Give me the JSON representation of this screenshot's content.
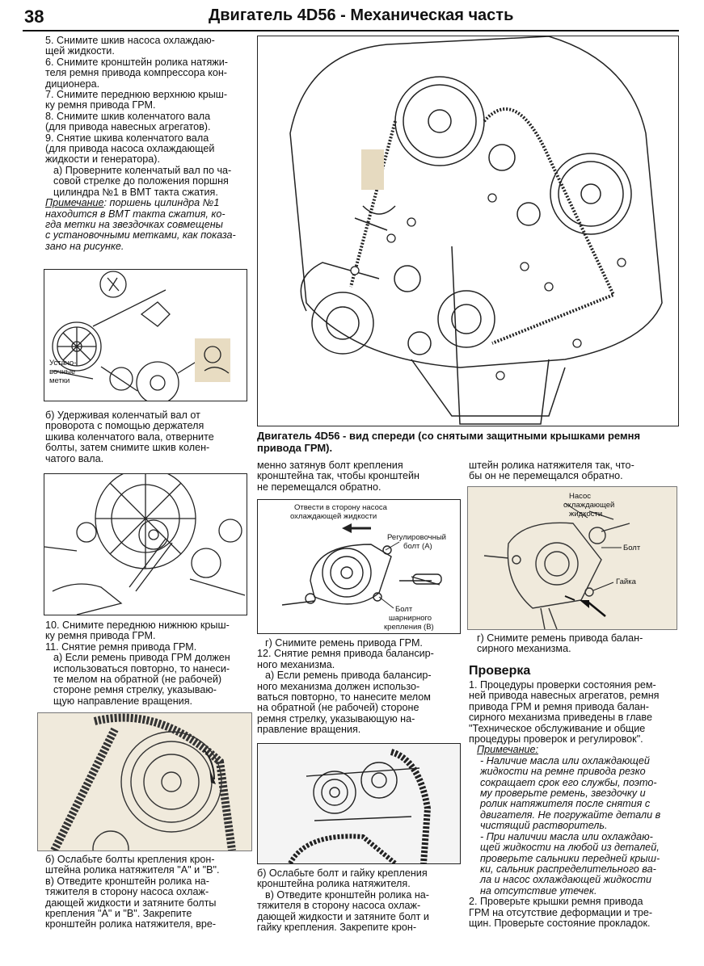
{
  "header": {
    "page_number": "38",
    "title": "Двигатель 4D56 - Механическая часть"
  },
  "col1_top": [
    "5. Снимите шкив насоса охлаждаю-",
    "щей жидкости.",
    "6. Снимите кронштейн ролика натяжи-",
    "теля ремня привода компрессора кон-",
    "диционера.",
    "7. Снимите переднюю верхнюю крыш-",
    "ку ремня привода ГРМ.",
    "8. Снимите шкив коленчатого вала",
    "(для привода навесных агрегатов).",
    "9. Снятие шкива коленчатого вала",
    "(для привода насоса охлаждающей",
    "жидкости и генератора)."
  ],
  "col1_a": [
    "а) Проверните коленчатый вал по ча-",
    "совой стрелке до положения поршня",
    "цилиндра №1 в ВМТ такта сжатия."
  ],
  "note1": {
    "label": "Примечание",
    "lines": [
      ": поршень цилиндра №1",
      "находится в ВМТ такта сжатия, ко-",
      "гда метки на звездочках совмещены",
      "с установочными метками, как показа-",
      "зано на рисунке."
    ]
  },
  "fig1_label": [
    "Устано-",
    "вочные",
    "метки"
  ],
  "col1_b": [
    "б) Удерживая коленчатый вал от",
    "проворота с помощью держателя",
    "шкива коленчатого вала, отверните",
    "болты, затем снимите шкив колен-",
    "чатого вала."
  ],
  "col1_mid": [
    "10. Снимите переднюю нижнюю крыш-",
    "ку ремня привода ГРМ.",
    "11. Снятие ремня привода ГРМ."
  ],
  "col1_a2": [
    "а) Если ремень привода ГРМ должен",
    "использоваться повторно, то нанеси-",
    "те мелом на обратной (не рабочей)",
    "стороне ремня стрелку, указываю-",
    "щую направление вращения."
  ],
  "col1_bottom": [
    "б) Ослабьте болты крепления крон-",
    "штейна ролика натяжителя \"A\" и \"B\".",
    "в) Отведите кронштейн ролика на-",
    "тяжителя в сторону насоса охлаж-",
    "дающей жидкости и затяните болты",
    "крепления \"A\" и \"B\". Закрепите",
    "кронштейн ролика натяжителя, вре-"
  ],
  "main_caption": [
    "Двигатель 4D56 - вид спереди (со снятыми защитными крышками ремня",
    "привода ГРМ)."
  ],
  "col2_top": [
    "менно затянув болт крепления",
    "кронштейна так, чтобы кронштейн",
    "не перемещался обратно."
  ],
  "fig_mid": {
    "arrow_label": [
      "Отвести в сторону насоса",
      "охлаждающей жидкости"
    ],
    "bolt_a": [
      "Регулировочный",
      "болт (А)"
    ],
    "bolt_b": [
      "Болт",
      "шарнирного",
      "крепления (В)"
    ]
  },
  "col2_g": [
    "г) Снимите ремень привода ГРМ."
  ],
  "col2_mid": [
    "12. Снятие ремня привода балансир-",
    "ного механизма.",
    "а) Если ремень привода балансир-",
    "ного механизма должен использо-",
    "ваться повторно, то нанесите мелом",
    "на обратной (не рабочей) стороне",
    "ремня стрелку, указывающую на-",
    "правление вращения."
  ],
  "col2_bottom": [
    "б) Ослабьте болт и гайку крепления",
    "кронштейна ролика натяжителя.",
    "в) Отведите кронштейн ролика на-",
    "тяжителя в сторону насоса охлаж-",
    "дающей жидкости и затяните болт и",
    "гайку крепления. Закрепите крон-"
  ],
  "col3_top": [
    "штейн ролика натяжителя так, что-",
    "бы он не перемещался обратно."
  ],
  "fig_right": {
    "pump_label": [
      "Насос",
      "охлаждающей",
      "жидкости"
    ],
    "bolt_label": "Болт",
    "nut_label": "Гайка"
  },
  "col3_g": [
    "г) Снимите ремень привода балан-",
    "сирного механизма."
  ],
  "section_title": "Проверка",
  "check1": [
    "1. Процедуры проверки состояния рем-",
    "ней привода навесных агрегатов, ремня",
    "привода ГРМ и ремня привода балан-",
    "сирного механизма приведены в главе",
    "\"Техническое обслуживание и общие",
    "процедуры проверок и регулировок\"."
  ],
  "note2_label": "Примечание:",
  "note2_items": [
    "- Наличие масла или охлаждающей",
    "жидкости на ремне привода резко",
    "сокращает срок его службы, поэто-",
    "му проверьте ремень, звездочку и",
    "ролик натяжителя после снятия с",
    "двигателя. Не погружайте детали в",
    "чистящий растворитель.",
    "- При наличии масла или охлаждаю-",
    "щей жидкости на любой из деталей,",
    "проверьте сальники передней крыш-",
    "ки, сальник распределительного ва-",
    "ла и насос охлаждающей жидкости",
    "на отсутствие утечек."
  ],
  "check2": [
    "2. Проверьте крышки ремня привода",
    "ГРМ на отсутствие деформации и тре-",
    "щин. Проверьте состояние прокладок."
  ]
}
